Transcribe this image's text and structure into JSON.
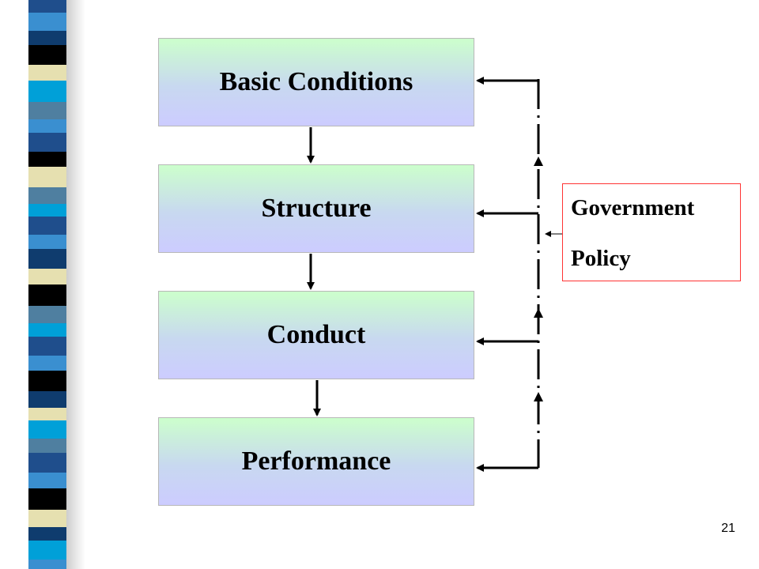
{
  "diagram": {
    "boxes": [
      {
        "id": "basic-conditions",
        "label": "Basic Conditions"
      },
      {
        "id": "structure",
        "label": "Structure"
      },
      {
        "id": "conduct",
        "label": "Conduct"
      },
      {
        "id": "performance",
        "label": "Performance"
      }
    ],
    "government_policy": {
      "line1": "Government",
      "line2": "Policy"
    },
    "flow": "Basic Conditions → Structure → Conduct → Performance; feedback from Performance and Government Policy to each stage"
  },
  "slide": {
    "page_number": "21"
  },
  "colors": {
    "box_top": "#ccffcc",
    "box_bottom": "#ccccff",
    "policy_border": "#ff3333",
    "stripe_palette": [
      "#1f4e8c",
      "#3a8fd0",
      "#000000",
      "#e6e0b0",
      "#00a0d8",
      "#4f7fa0",
      "#0f3c6e"
    ]
  }
}
